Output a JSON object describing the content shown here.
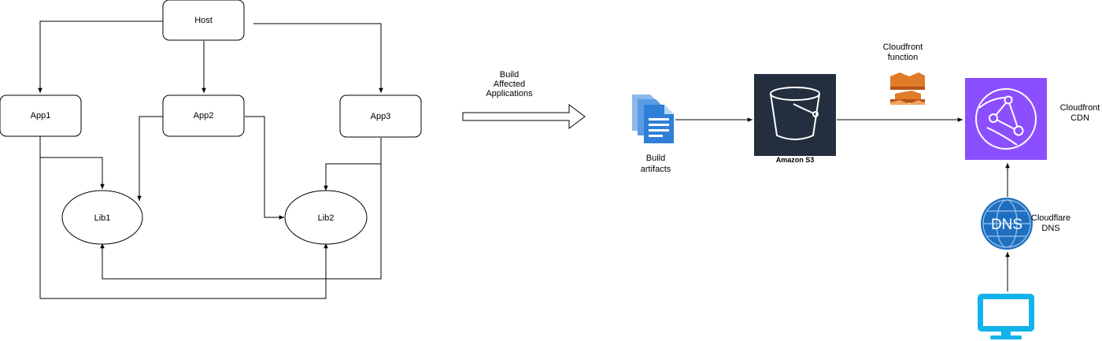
{
  "left_graph": {
    "host": "Host",
    "app1": "App1",
    "app2": "App2",
    "app3": "App3",
    "lib1": "Lib1",
    "lib2": "Lib2"
  },
  "transition": {
    "line1": "Build",
    "line2": "Affected",
    "line3": "Applications"
  },
  "pipeline": {
    "artifacts_line1": "Build",
    "artifacts_line2": "artifacts",
    "s3_label": "Amazon S3",
    "function_line1": "Cloudfront",
    "function_line2": "function",
    "cdn_line1": "Cloudfront",
    "cdn_line2": "CDN",
    "dns_line1": "Cloudflare",
    "dns_line2": "DNS",
    "dns_icon_text": "DNS"
  },
  "icons": {
    "artifacts": "documents-icon",
    "s3": "s3-bucket-icon",
    "function": "cloudfront-function-icon",
    "cdn": "cloudfront-globe-icon",
    "dns": "dns-globe-icon",
    "client": "monitor-icon"
  },
  "colors": {
    "s3_bg": "#232f3e",
    "function_orange": "#e07b28",
    "cdn_purple": "#8c4fff",
    "dns_blue": "#1f6fbf",
    "monitor_blue": "#12b3ea",
    "doc_blue": "#2f7fd8"
  }
}
